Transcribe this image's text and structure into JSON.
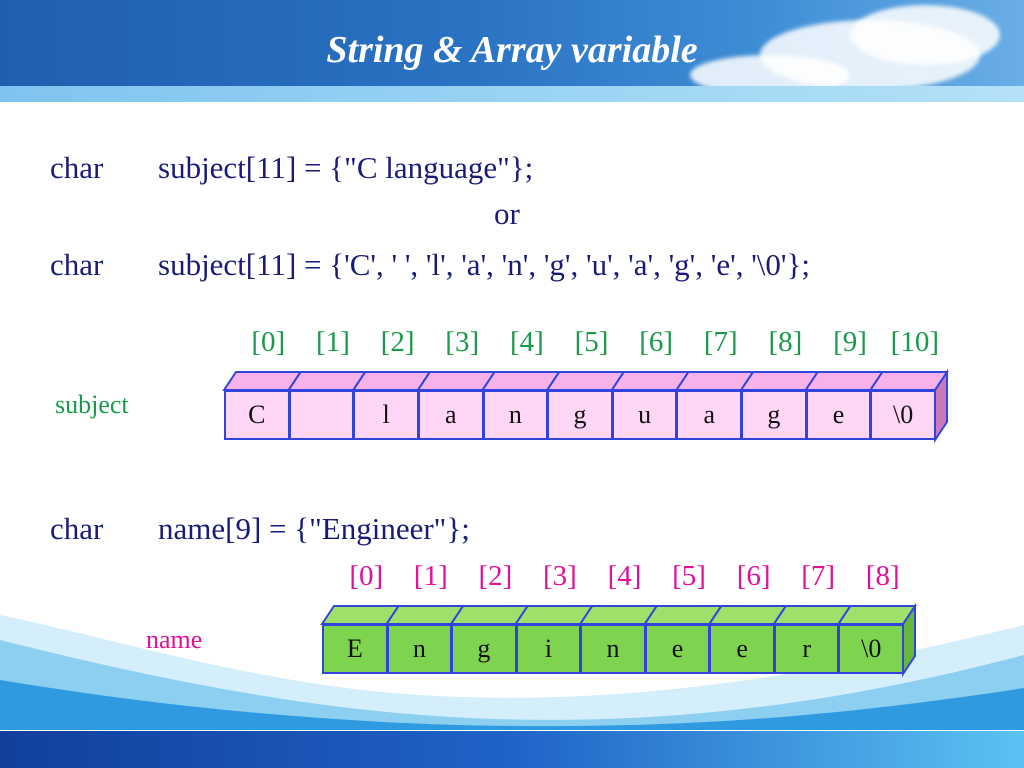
{
  "slide": {
    "title": "String & Array variable"
  },
  "code": {
    "line1_type": "char",
    "line1_rest": "subject[11] = {\"C language\"};",
    "or": "or",
    "line2_type": "char",
    "line2_rest": "subject[11] = {'C', ' ', 'l', 'a', 'n', 'g', 'u', 'a', 'g', 'e', '\\0'};",
    "line3_type": "char",
    "line3_rest": "name[9] = {\"Engineer\"};"
  },
  "subject_array": {
    "label": "subject",
    "indices": [
      "[0]",
      "[1]",
      "[2]",
      "[3]",
      "[4]",
      "[5]",
      "[6]",
      "[7]",
      "[8]",
      "[9]",
      "[10]"
    ],
    "cells": [
      "C",
      "",
      "l",
      "a",
      "n",
      "g",
      "u",
      "a",
      "g",
      "e",
      "\\0"
    ],
    "cell_color": "#ffd6f5",
    "top_color": "#f7b2ea",
    "side_color": "#c879b8",
    "label_color": "#1a9a4a"
  },
  "name_array": {
    "label": "name",
    "indices": [
      "[0]",
      "[1]",
      "[2]",
      "[3]",
      "[4]",
      "[5]",
      "[6]",
      "[7]",
      "[8]"
    ],
    "cells": [
      "E",
      "n",
      "g",
      "i",
      "n",
      "e",
      "e",
      "r",
      "\\0"
    ],
    "cell_color": "#7ed44e",
    "top_color": "#9ee06a",
    "side_color": "#66b83a",
    "label_color": "#e0109a"
  },
  "colors": {
    "border": "#3344dd",
    "code_text": "#1a1a7a"
  }
}
